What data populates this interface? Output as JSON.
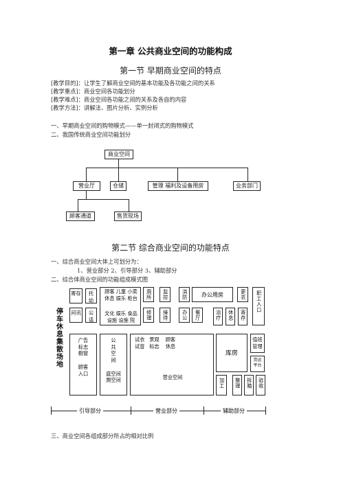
{
  "chapter_title": "第一章 公共商业空间的功能构成",
  "section1": {
    "title": "第一节 早期商业空间的特点",
    "lines": [
      "[教学目的]：让学生了解商业空间的基本功能及各功能之间的关系",
      "[教学重点]：商业空间各功能划分",
      "[教学难点]：商业空间各功能之间的关系及各自的内容",
      "[教学方法]：讲解法、图片分析、实例分析"
    ],
    "items": [
      "一、早期商业空间的购物模式——单一封闭式的购物模式",
      "二、我国传统商业空间功能划分"
    ]
  },
  "tree": {
    "root": "商业空间",
    "level1": [
      "营业厅",
      "仓储",
      "管理 福利及设备用房",
      "业务部门"
    ],
    "level2": [
      "顾客通道",
      "售货现场"
    ]
  },
  "section2": {
    "title": "第二节 综合商业空间的功能特点",
    "items": [
      "一、综合商业空间大体上可划分为：",
      "1、营业部分 2、引导部分 3、辅助部分",
      "二、综合体商业空间的功能组成模式图"
    ],
    "item3": "三、商业空间各组成部分所占的相对比例"
  },
  "floorplan": {
    "side_label": "停车休息集散场地",
    "cells": {
      "jicun": "寄存",
      "tuoyou": "托幼",
      "wenxun": "问讯",
      "gongce": "公话",
      "canting_top": "顾客 儿童 小卖\n休息 娱乐 柜台",
      "wenhua": "文化 娱乐 食品\n设施 设施 院",
      "cesuo": "厕所",
      "jiankong": "监控",
      "xiaofang": "消防",
      "bangong": "办公用房",
      "genyi": "更衣",
      "zhigong": "职工入口",
      "xiuli": "修理",
      "jiedai": "接待",
      "bangong2": "办公",
      "canting": "餐厅",
      "zhiliao": "治疗",
      "xiuxi": "休息",
      "jicun2": "寄存",
      "guanggao": "广告\n标志\n橱窗\n\n顾客\n入口",
      "gonggong": "公\n共\n空\n间\n\n庭空间\n厕空间",
      "shiyi": "试衣   景观    顾客\n试音   标志    休息",
      "yingye": "营业空间",
      "kufang": "库房",
      "zhiban": "值班\n管理",
      "songhuo": "货运\n平台",
      "jiagong": "加工",
      "zhengli": "整理",
      "caixiang": "拆箱",
      "yanshou": "验收"
    },
    "bottom_labels": [
      "引导部分",
      "营业部分",
      "辅助部分"
    ]
  }
}
